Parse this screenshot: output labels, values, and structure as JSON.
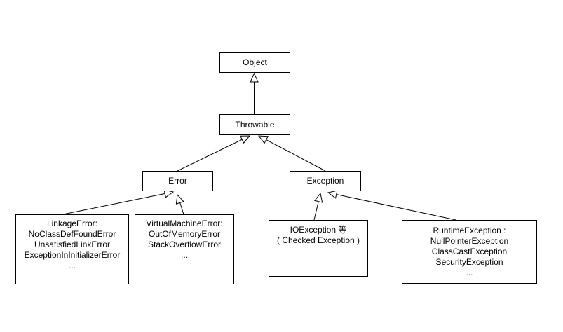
{
  "diagram": {
    "description": "Class inheritance hierarchy diagram of Java Throwable classes",
    "colors": {
      "background": "#ffffff",
      "stroke": "#000000",
      "text": "#000000",
      "arrowhead_fill": "#ffffff"
    },
    "nodes": {
      "object": {
        "label": "Object"
      },
      "throwable": {
        "label": "Throwable"
      },
      "error": {
        "label": "Error"
      },
      "exception": {
        "label": "Exception"
      },
      "linkage_group": {
        "lines": [
          "LinkageError:",
          "NoClassDefFoundError",
          "UnsatisfiedLinkError",
          "ExceptionInInitializerError",
          "..."
        ]
      },
      "vm_group": {
        "lines": [
          "VirtualMachineError:",
          "OutOfMemoryError",
          "StackOverflowError",
          "..."
        ]
      },
      "io_group": {
        "lines": [
          "IOException 等",
          "( Checked Exception )"
        ]
      },
      "runtime_group": {
        "lines": [
          "RuntimeException :",
          "NullPointerException",
          "ClassCastException",
          "SecurityException",
          "..."
        ]
      }
    },
    "edges": [
      {
        "from": "throwable",
        "to": "object",
        "type": "generalization",
        "marker": "hollow-triangle"
      },
      {
        "from": "error",
        "to": "throwable",
        "type": "generalization",
        "marker": "hollow-triangle"
      },
      {
        "from": "exception",
        "to": "throwable",
        "type": "generalization",
        "marker": "hollow-triangle"
      },
      {
        "from": "linkage_group",
        "to": "error",
        "type": "generalization",
        "marker": "hollow-triangle"
      },
      {
        "from": "vm_group",
        "to": "error",
        "type": "generalization",
        "marker": "hollow-triangle"
      },
      {
        "from": "io_group",
        "to": "exception",
        "type": "generalization",
        "marker": "hollow-triangle"
      },
      {
        "from": "runtime_group",
        "to": "exception",
        "type": "generalization",
        "marker": "hollow-triangle"
      }
    ]
  }
}
